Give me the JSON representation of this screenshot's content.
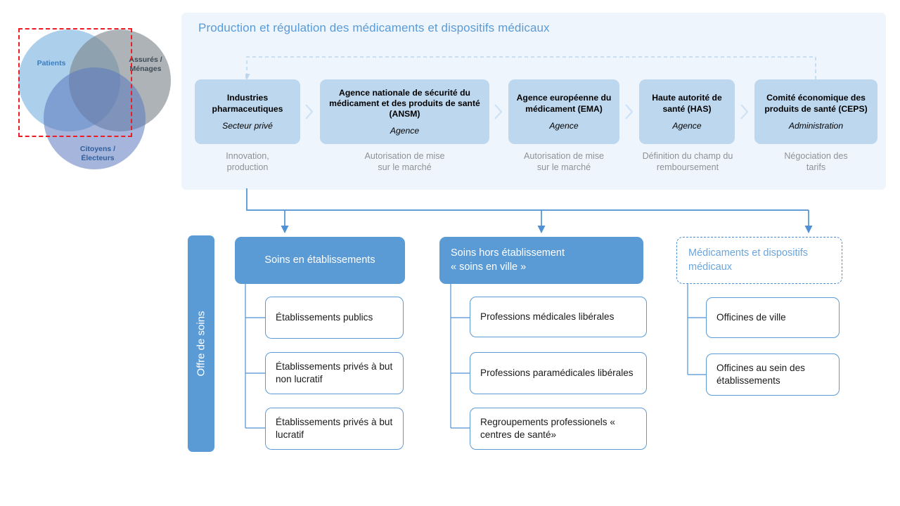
{
  "venn": {
    "name": "stakeholder-venn",
    "circles": [
      {
        "id": "patients",
        "label": "Patients",
        "color": "#9dc7e8"
      },
      {
        "id": "assures",
        "label": "Assurés /\nMénages",
        "color": "#7a848a"
      },
      {
        "id": "citoyens",
        "label": "Citoyens /\nÉlecteurs",
        "color": "#5b78be"
      }
    ],
    "labels": {
      "patients": "Patients",
      "assures_line1": "Assurés /",
      "assures_line2": "Ménages",
      "citoyens_line1": "Citoyens /",
      "citoyens_line2": "Électeurs"
    },
    "selection_color": "#ee1c25"
  },
  "top_panel": {
    "title": "Production et régulation des médicaments et dispositifs médicaux",
    "background": "#eef5fc",
    "title_color": "#5b9bd5",
    "box_fill": "#bdd7ee",
    "steps": [
      {
        "name": "Industries pharmaceutiques",
        "type": "Secteur privé",
        "caption": "Innovation,\nproduction",
        "caption_line1": "Innovation,",
        "caption_line2": "production"
      },
      {
        "name": "Agence nationale de sécurité du médicament et des produits de santé (ANSM)",
        "type": "Agence",
        "caption_line1": "Autorisation de mise",
        "caption_line2": "sur le marché"
      },
      {
        "name": "Agence européenne du médicament (EMA)",
        "type": "Agence",
        "caption_line1": "Autorisation de mise",
        "caption_line2": "sur le marché"
      },
      {
        "name": "Haute autorité de santé (HAS)",
        "type": "Agence",
        "caption_line1": "Définition du champ du",
        "caption_line2": "remboursement"
      },
      {
        "name": "Comité économique des produits de santé (CEPS)",
        "type": "Administration",
        "caption_line1": "Négociation des",
        "caption_line2": "tarifs"
      }
    ]
  },
  "offre": {
    "label": "Offre de soins",
    "color": "#5b9bd5"
  },
  "categories": [
    {
      "id": "soins-en-etablissements",
      "title": "Soins en établissements",
      "style": "solid",
      "align": "center",
      "children": [
        {
          "label": "Établissements publics"
        },
        {
          "label": "Établissements privés à but non lucratif"
        },
        {
          "label": "Établissements privés à but lucratif"
        }
      ]
    },
    {
      "id": "soins-hors-etablissement",
      "title_line1": "Soins hors établissement",
      "title_line2": "« soins en ville »",
      "style": "solid",
      "align": "left",
      "children": [
        {
          "label": "Professions médicales libérales"
        },
        {
          "label": "Professions paramédicales libérales"
        },
        {
          "label": "Regroupements professionels « centres de santé»"
        }
      ]
    },
    {
      "id": "medicaments-et-dispositifs-medicaux",
      "title_line1": "Médicaments et dispositifs",
      "title_line2": "médicaux",
      "style": "dashed",
      "align": "left",
      "children": [
        {
          "label": "Officines de ville"
        },
        {
          "label": "Officines au sein des établissements"
        }
      ]
    }
  ],
  "colors": {
    "accent": "#5b9bd5",
    "light_fill": "#bdd7ee",
    "panel_bg": "#eef5fc",
    "caption_gray": "#8e9297",
    "line": "#4f91d4",
    "red_selection": "#ee1c25"
  }
}
